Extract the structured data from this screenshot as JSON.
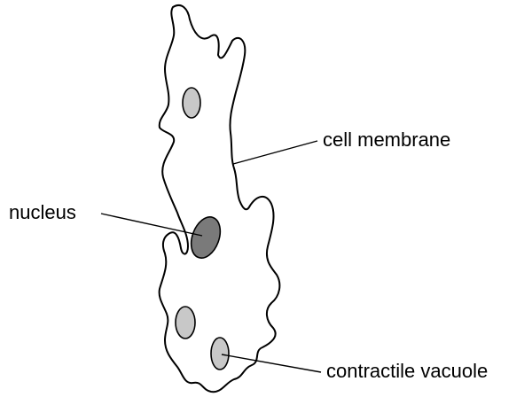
{
  "labels": {
    "cell_membrane": "cell membrane",
    "nucleus": "nucleus",
    "contractile_vacuole": "contractile vacuole"
  },
  "colors": {
    "background": "#ffffff",
    "outline": "#000000",
    "nucleus_fill": "#7a7a7a",
    "vacuole_fill": "#c8c8c8"
  }
}
